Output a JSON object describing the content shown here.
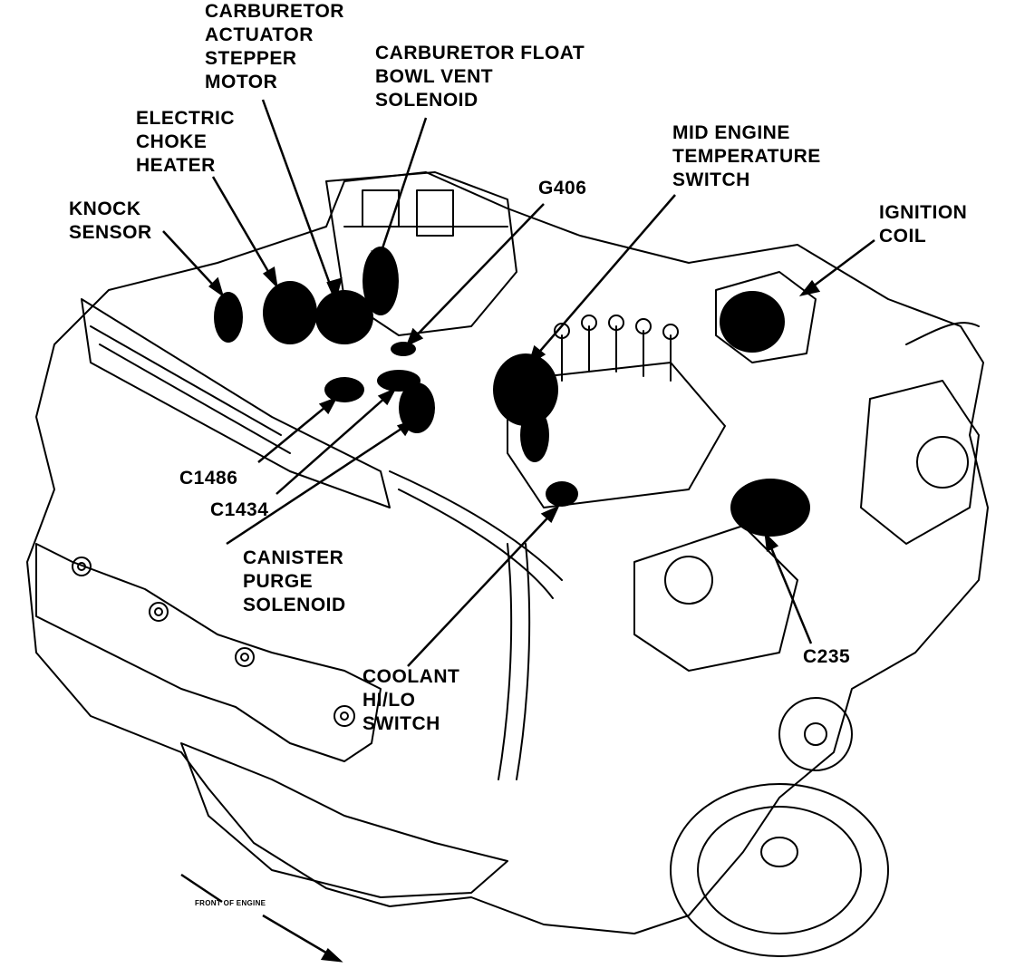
{
  "labels": {
    "carb_actuator": [
      "CARBURETOR",
      "ACTUATOR",
      "STEPPER",
      "MOTOR"
    ],
    "float_bowl": [
      "CARBURETOR FLOAT",
      "BOWL VENT",
      "SOLENOID"
    ],
    "choke_heater": [
      "ELECTRIC",
      "CHOKE",
      "HEATER"
    ],
    "knock_sensor": [
      "KNOCK",
      "SENSOR"
    ],
    "g406": [
      "G406"
    ],
    "mid_engine_temp": [
      "MID ENGINE",
      "TEMPERATURE",
      "SWITCH"
    ],
    "ignition_coil": [
      "IGNITION",
      "COIL"
    ],
    "c1486": [
      "C1486"
    ],
    "c1434": [
      "C1434"
    ],
    "canister_purge": [
      "CANISTER",
      "PURGE",
      "SOLENOID"
    ],
    "coolant_switch": [
      "COOLANT",
      "HI/LO",
      "SWITCH"
    ],
    "c235": [
      "C235"
    ]
  },
  "front_of_engine": "FRONT OF ENGINE",
  "colors": {
    "ink": "#000000",
    "paper": "#ffffff"
  }
}
